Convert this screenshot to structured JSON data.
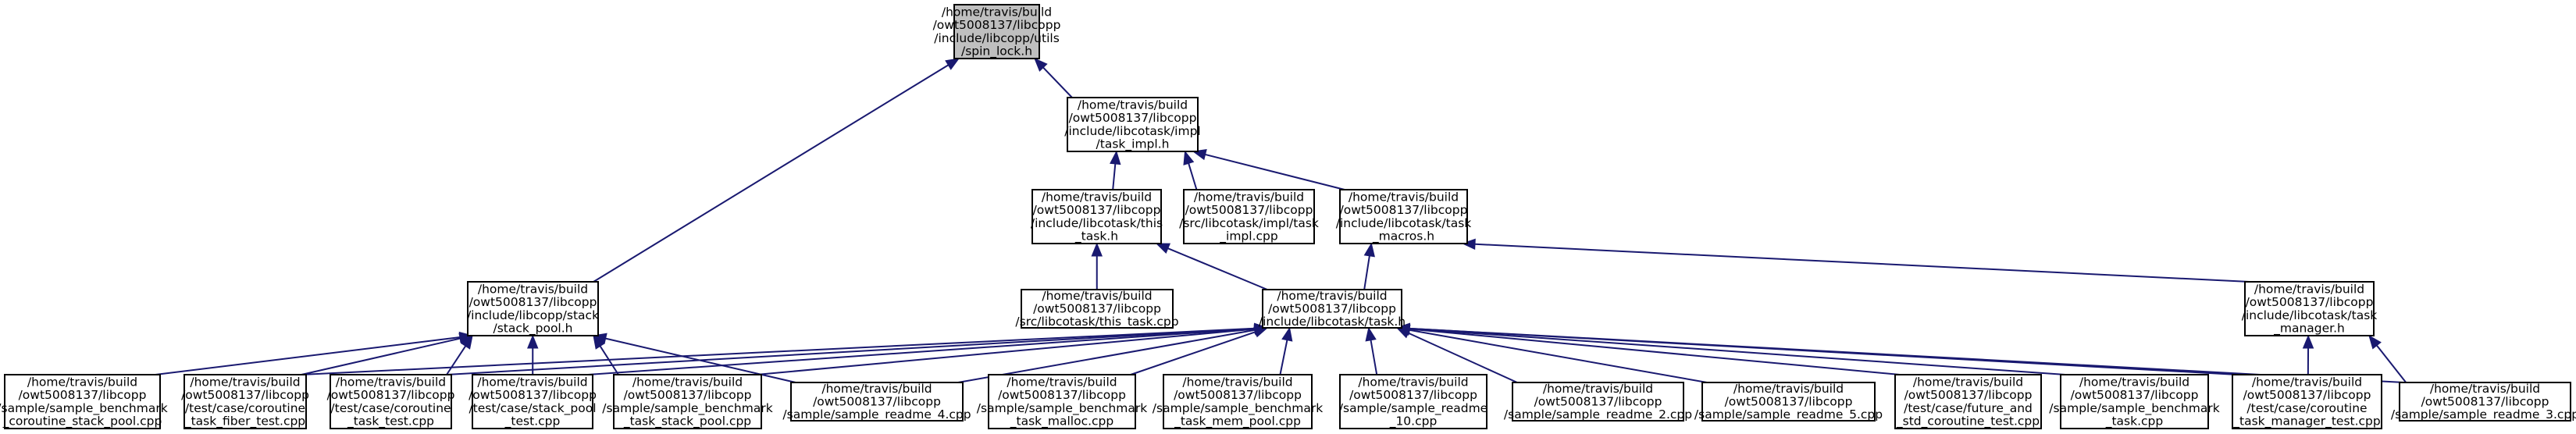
{
  "colors": {
    "node_fill": "#ffffff",
    "root_fill": "#bfbfbf",
    "node_border": "#000000",
    "edge": "#191970"
  },
  "nodes": [
    {
      "id": "spin_lock",
      "root": true,
      "lines": [
        "/home/travis/build",
        "/owt5008137/libcopp",
        "/include/libcopp/utils",
        "/spin_lock.h"
      ]
    },
    {
      "id": "task_impl_h",
      "lines": [
        "/home/travis/build",
        "/owt5008137/libcopp",
        "/include/libcotask/impl",
        "/task_impl.h"
      ]
    },
    {
      "id": "this_task_h",
      "lines": [
        "/home/travis/build",
        "/owt5008137/libcopp",
        "/include/libcotask/this",
        "_task.h"
      ]
    },
    {
      "id": "task_impl_cpp",
      "lines": [
        "/home/travis/build",
        "/owt5008137/libcopp",
        "/src/libcotask/impl/task",
        "_impl.cpp"
      ]
    },
    {
      "id": "task_macros_h",
      "lines": [
        "/home/travis/build",
        "/owt5008137/libcopp",
        "/include/libcotask/task",
        "_macros.h"
      ]
    },
    {
      "id": "stack_pool_h",
      "lines": [
        "/home/travis/build",
        "/owt5008137/libcopp",
        "/include/libcopp/stack",
        "/stack_pool.h"
      ]
    },
    {
      "id": "this_task_cpp",
      "lines": [
        "/home/travis/build",
        "/owt5008137/libcopp",
        "/src/libcotask/this_task.cpp"
      ]
    },
    {
      "id": "task_h",
      "lines": [
        "/home/travis/build",
        "/owt5008137/libcopp",
        "/include/libcotask/task.h"
      ]
    },
    {
      "id": "task_manager_h",
      "lines": [
        "/home/travis/build",
        "/owt5008137/libcopp",
        "/include/libcotask/task",
        "_manager.h"
      ]
    },
    {
      "id": "bench_coroutine_stack_pool",
      "lines": [
        "/home/travis/build",
        "/owt5008137/libcopp",
        "/sample/sample_benchmark",
        "_coroutine_stack_pool.cpp"
      ]
    },
    {
      "id": "coroutine_task_fiber_test",
      "lines": [
        "/home/travis/build",
        "/owt5008137/libcopp",
        "/test/case/coroutine",
        "_task_fiber_test.cpp"
      ]
    },
    {
      "id": "coroutine_task_test",
      "lines": [
        "/home/travis/build",
        "/owt5008137/libcopp",
        "/test/case/coroutine",
        "_task_test.cpp"
      ]
    },
    {
      "id": "stack_pool_test",
      "lines": [
        "/home/travis/build",
        "/owt5008137/libcopp",
        "/test/case/stack_pool",
        "_test.cpp"
      ]
    },
    {
      "id": "bench_task_stack_pool",
      "lines": [
        "/home/travis/build",
        "/owt5008137/libcopp",
        "/sample/sample_benchmark",
        "_task_stack_pool.cpp"
      ]
    },
    {
      "id": "sample_readme_4",
      "lines": [
        "/home/travis/build",
        "/owt5008137/libcopp",
        "/sample/sample_readme_4.cpp"
      ]
    },
    {
      "id": "bench_task_malloc",
      "lines": [
        "/home/travis/build",
        "/owt5008137/libcopp",
        "/sample/sample_benchmark",
        "_task_malloc.cpp"
      ]
    },
    {
      "id": "bench_task_mem_pool",
      "lines": [
        "/home/travis/build",
        "/owt5008137/libcopp",
        "/sample/sample_benchmark",
        "_task_mem_pool.cpp"
      ]
    },
    {
      "id": "sample_readme_10",
      "lines": [
        "/home/travis/build",
        "/owt5008137/libcopp",
        "/sample/sample_readme",
        "_10.cpp"
      ]
    },
    {
      "id": "sample_readme_2",
      "lines": [
        "/home/travis/build",
        "/owt5008137/libcopp",
        "/sample/sample_readme_2.cpp"
      ]
    },
    {
      "id": "sample_readme_5",
      "lines": [
        "/home/travis/build",
        "/owt5008137/libcopp",
        "/sample/sample_readme_5.cpp"
      ]
    },
    {
      "id": "future_std_coroutine_test",
      "lines": [
        "/home/travis/build",
        "/owt5008137/libcopp",
        "/test/case/future_and",
        "_std_coroutine_test.cpp"
      ]
    },
    {
      "id": "bench_task",
      "lines": [
        "/home/travis/build",
        "/owt5008137/libcopp",
        "/sample/sample_benchmark",
        "_task.cpp"
      ]
    },
    {
      "id": "coroutine_task_manager_test",
      "lines": [
        "/home/travis/build",
        "/owt5008137/libcopp",
        "/test/case/coroutine",
        "_task_manager_test.cpp"
      ]
    },
    {
      "id": "sample_readme_3",
      "lines": [
        "/home/travis/build",
        "/owt5008137/libcopp",
        "/sample/sample_readme_3.cpp"
      ]
    }
  ],
  "edges": [
    [
      "task_impl_h",
      "spin_lock"
    ],
    [
      "stack_pool_h",
      "spin_lock"
    ],
    [
      "this_task_h",
      "task_impl_h"
    ],
    [
      "task_impl_cpp",
      "task_impl_h"
    ],
    [
      "task_macros_h",
      "task_impl_h"
    ],
    [
      "this_task_cpp",
      "this_task_h"
    ],
    [
      "task_h",
      "this_task_h"
    ],
    [
      "task_h",
      "task_macros_h"
    ],
    [
      "task_manager_h",
      "task_macros_h"
    ],
    [
      "bench_coroutine_stack_pool",
      "stack_pool_h"
    ],
    [
      "coroutine_task_fiber_test",
      "stack_pool_h"
    ],
    [
      "coroutine_task_test",
      "stack_pool_h"
    ],
    [
      "stack_pool_test",
      "stack_pool_h"
    ],
    [
      "bench_task_stack_pool",
      "stack_pool_h"
    ],
    [
      "sample_readme_4",
      "stack_pool_h"
    ],
    [
      "coroutine_task_fiber_test",
      "task_h"
    ],
    [
      "coroutine_task_test",
      "task_h"
    ],
    [
      "stack_pool_test",
      "task_h"
    ],
    [
      "bench_task_stack_pool",
      "task_h"
    ],
    [
      "sample_readme_4",
      "task_h"
    ],
    [
      "bench_task_malloc",
      "task_h"
    ],
    [
      "bench_task_mem_pool",
      "task_h"
    ],
    [
      "sample_readme_10",
      "task_h"
    ],
    [
      "sample_readme_2",
      "task_h"
    ],
    [
      "sample_readme_5",
      "task_h"
    ],
    [
      "future_std_coroutine_test",
      "task_h"
    ],
    [
      "bench_task",
      "task_h"
    ],
    [
      "coroutine_task_manager_test",
      "task_h"
    ],
    [
      "sample_readme_3",
      "task_h"
    ],
    [
      "coroutine_task_manager_test",
      "task_manager_h"
    ],
    [
      "sample_readme_3",
      "task_manager_h"
    ]
  ]
}
